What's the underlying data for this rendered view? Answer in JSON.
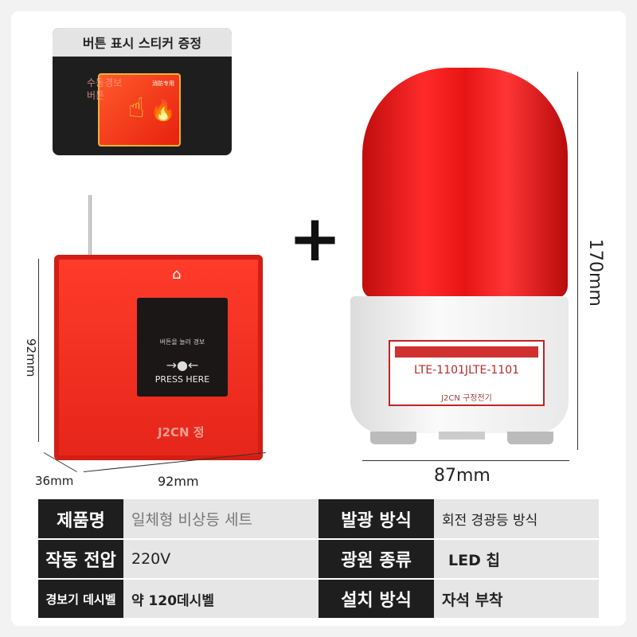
{
  "sticker": {
    "title": "버튼 표시 스티커 증정",
    "card_text": "消防专用",
    "overlay": "수동경보버튼"
  },
  "alarm": {
    "window_text": "버튼을 눌러 경보",
    "press": "PRESS HERE",
    "brand": "J2CN 정"
  },
  "plus": "+",
  "beacon": {
    "model": "LTE-1101JLTE-1101",
    "maker": "J2CN 구정전기"
  },
  "dimensions": {
    "height": "170mm",
    "beacon_width": "87mm",
    "alarm_height": "92mm",
    "alarm_depth": "36mm",
    "alarm_width": "92mm"
  },
  "colors": {
    "red": "#e6251a",
    "dark": "#1e1e1e"
  },
  "specs": [
    {
      "k1": "제품명",
      "v1": "일체형 비상등 세트",
      "k2": "발광 방식",
      "v2": "회전 경광등 방식"
    },
    {
      "k1": "작동 전압",
      "v1": "220V",
      "k2": "광원 종류",
      "v2": "LED 칩"
    },
    {
      "k1": "경보기 데시벨",
      "v1": "약 120데시벨",
      "k2": "설치 방식",
      "v2": "자석 부착"
    }
  ]
}
